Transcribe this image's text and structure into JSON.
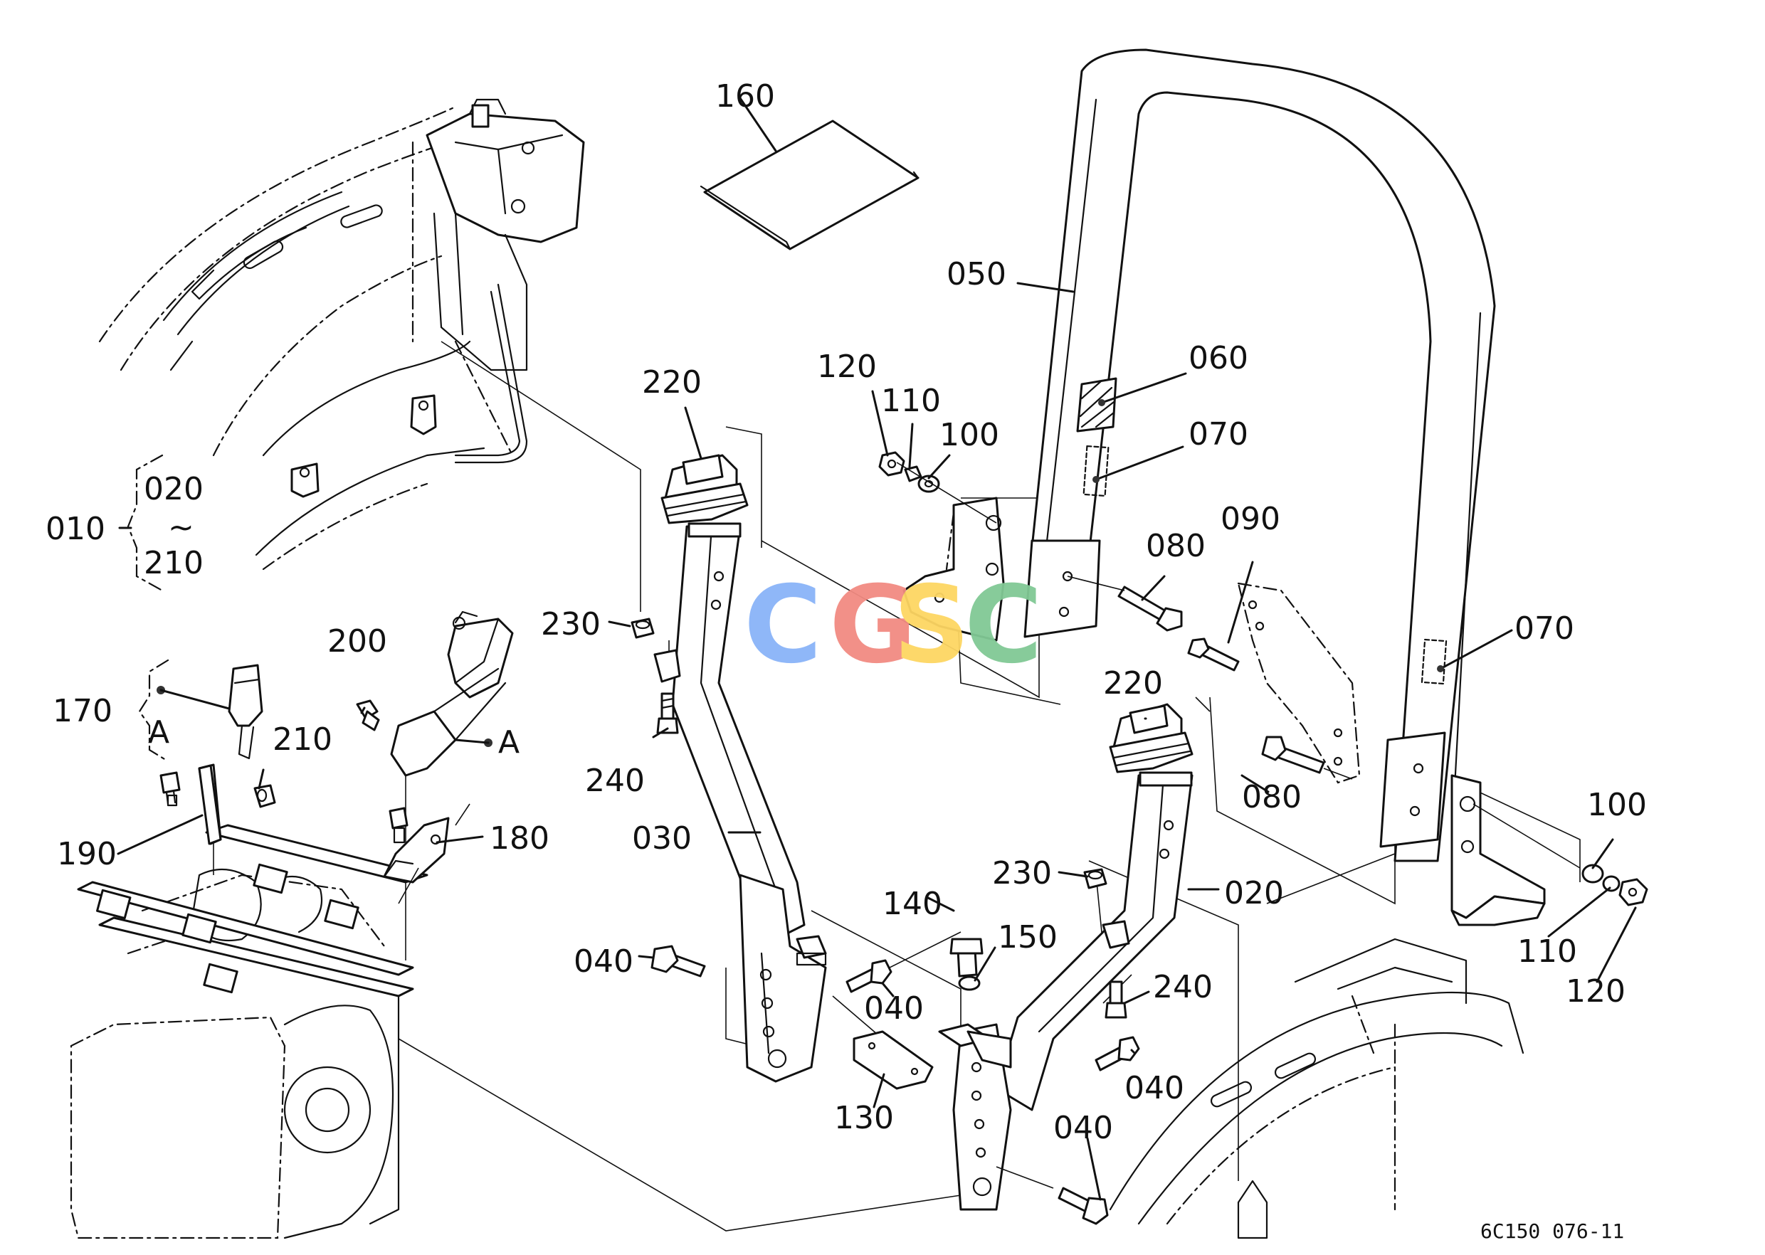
{
  "diagram": {
    "drawing_code": "6C150 076-11",
    "watermark": {
      "letters": [
        "C",
        "G",
        "S",
        "C"
      ],
      "colors": [
        "#8ab4f8",
        "#f28b82",
        "#fdd663",
        "#81c995"
      ]
    },
    "group_label": {
      "number": "010",
      "range_from": "020",
      "range_sep": "~",
      "range_to": "210"
    },
    "sub_label": {
      "number": "170",
      "letter": "A"
    },
    "connector_letter": "A",
    "parts": [
      {
        "id": "160"
      },
      {
        "id": "050"
      },
      {
        "id": "060"
      },
      {
        "id": "070a",
        "text": "070"
      },
      {
        "id": "120a",
        "text": "120"
      },
      {
        "id": "110a",
        "text": "110"
      },
      {
        "id": "100a",
        "text": "100"
      },
      {
        "id": "220a",
        "text": "220"
      },
      {
        "id": "080a",
        "text": "080"
      },
      {
        "id": "090"
      },
      {
        "id": "070b",
        "text": "070"
      },
      {
        "id": "230a",
        "text": "230"
      },
      {
        "id": "240a",
        "text": "240"
      },
      {
        "id": "220b",
        "text": "220"
      },
      {
        "id": "080b",
        "text": "080"
      },
      {
        "id": "200"
      },
      {
        "id": "210"
      },
      {
        "id": "190"
      },
      {
        "id": "180"
      },
      {
        "id": "030"
      },
      {
        "id": "100b",
        "text": "100"
      },
      {
        "id": "110b",
        "text": "110"
      },
      {
        "id": "120b",
        "text": "120"
      },
      {
        "id": "230b",
        "text": "230"
      },
      {
        "id": "020"
      },
      {
        "id": "140"
      },
      {
        "id": "150"
      },
      {
        "id": "040a",
        "text": "040"
      },
      {
        "id": "040b",
        "text": "040"
      },
      {
        "id": "240b",
        "text": "240"
      },
      {
        "id": "040c",
        "text": "040"
      },
      {
        "id": "040d",
        "text": "040"
      },
      {
        "id": "130"
      }
    ]
  }
}
